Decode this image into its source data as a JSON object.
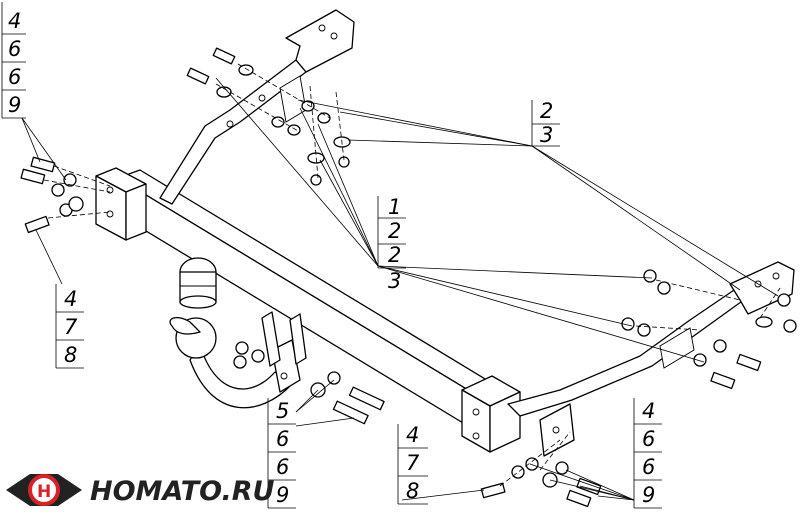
{
  "logo": {
    "text": "HOMATO.RU",
    "colors": {
      "ring": "#d8222a",
      "wings": "#222222"
    }
  },
  "callouts": {
    "top_left": [
      "4",
      "6",
      "6",
      "9"
    ],
    "mid_left": [
      "4",
      "7",
      "8"
    ],
    "top_right": [
      "2",
      "3"
    ],
    "center": [
      "1",
      "2",
      "2",
      "3"
    ],
    "bottom_mid": [
      "5",
      "6",
      "6",
      "9"
    ],
    "bottom_cent": [
      "4",
      "7",
      "8"
    ],
    "bottom_right": [
      "4",
      "6",
      "6",
      "9"
    ]
  }
}
